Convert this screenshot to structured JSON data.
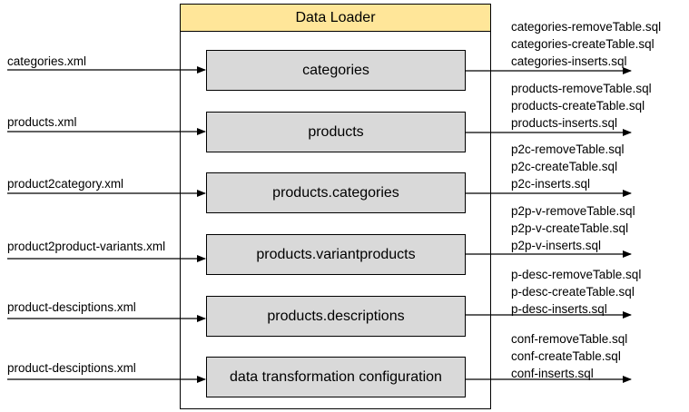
{
  "loader": {
    "title": "Data Loader"
  },
  "rows": [
    {
      "input": "categories.xml",
      "process": "categories",
      "outputs": [
        "categories-removeTable.sql",
        "categories-createTable.sql",
        "categories-inserts.sql"
      ]
    },
    {
      "input": "products.xml",
      "process": "products",
      "outputs": [
        "products-removeTable.sql",
        "products-createTable.sql",
        "products-inserts.sql"
      ]
    },
    {
      "input": "product2category.xml",
      "process": "products.categories",
      "outputs": [
        "p2c-removeTable.sql",
        "p2c-createTable.sql",
        "p2c-inserts.sql"
      ]
    },
    {
      "input": "product2product-variants.xml",
      "process": "products.variantproducts",
      "outputs": [
        "p2p-v-removeTable.sql",
        "p2p-v-createTable.sql",
        "p2p-v-inserts.sql"
      ]
    },
    {
      "input": "product-desciptions.xml",
      "process": "products.descriptions",
      "outputs": [
        "p-desc-removeTable.sql",
        "p-desc-createTable.sql",
        "p-desc-inserts.sql"
      ]
    },
    {
      "input": "product-desciptions.xml",
      "process": "data transformation configuration",
      "outputs": [
        "conf-removeTable.sql",
        "conf-createTable.sql",
        "conf-inserts.sql"
      ]
    }
  ]
}
